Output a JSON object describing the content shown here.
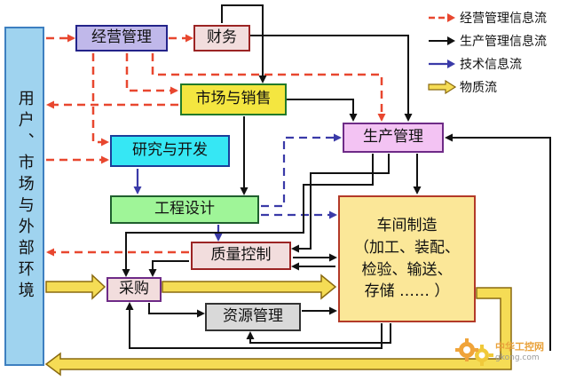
{
  "nodes": {
    "customer": "用户、市场与外部环境",
    "business": "经营管理",
    "finance": "财务",
    "market": "市场与销售",
    "production": "生产管理",
    "rnd": "研究与开发",
    "engineering": "工程设计",
    "workshop": [
      "车间制造",
      "（加工、装配、",
      "检验、输送、",
      "存储 …… ）"
    ],
    "quality": "质量控制",
    "purchase": "采购",
    "resources": "资源管理"
  },
  "legend": [
    {
      "label": "经营管理信息流",
      "kind": "business"
    },
    {
      "label": "生产管理信息流",
      "kind": "production"
    },
    {
      "label": "技术信息流",
      "kind": "technical"
    },
    {
      "label": "物质流",
      "kind": "material"
    }
  ],
  "colors": {
    "business": "#e8472f",
    "production": "#111111",
    "technical": "#3a3aa8",
    "material": "#e8c23a"
  },
  "watermark": {
    "text": "中华工控网",
    "sub": "gkong.com"
  }
}
